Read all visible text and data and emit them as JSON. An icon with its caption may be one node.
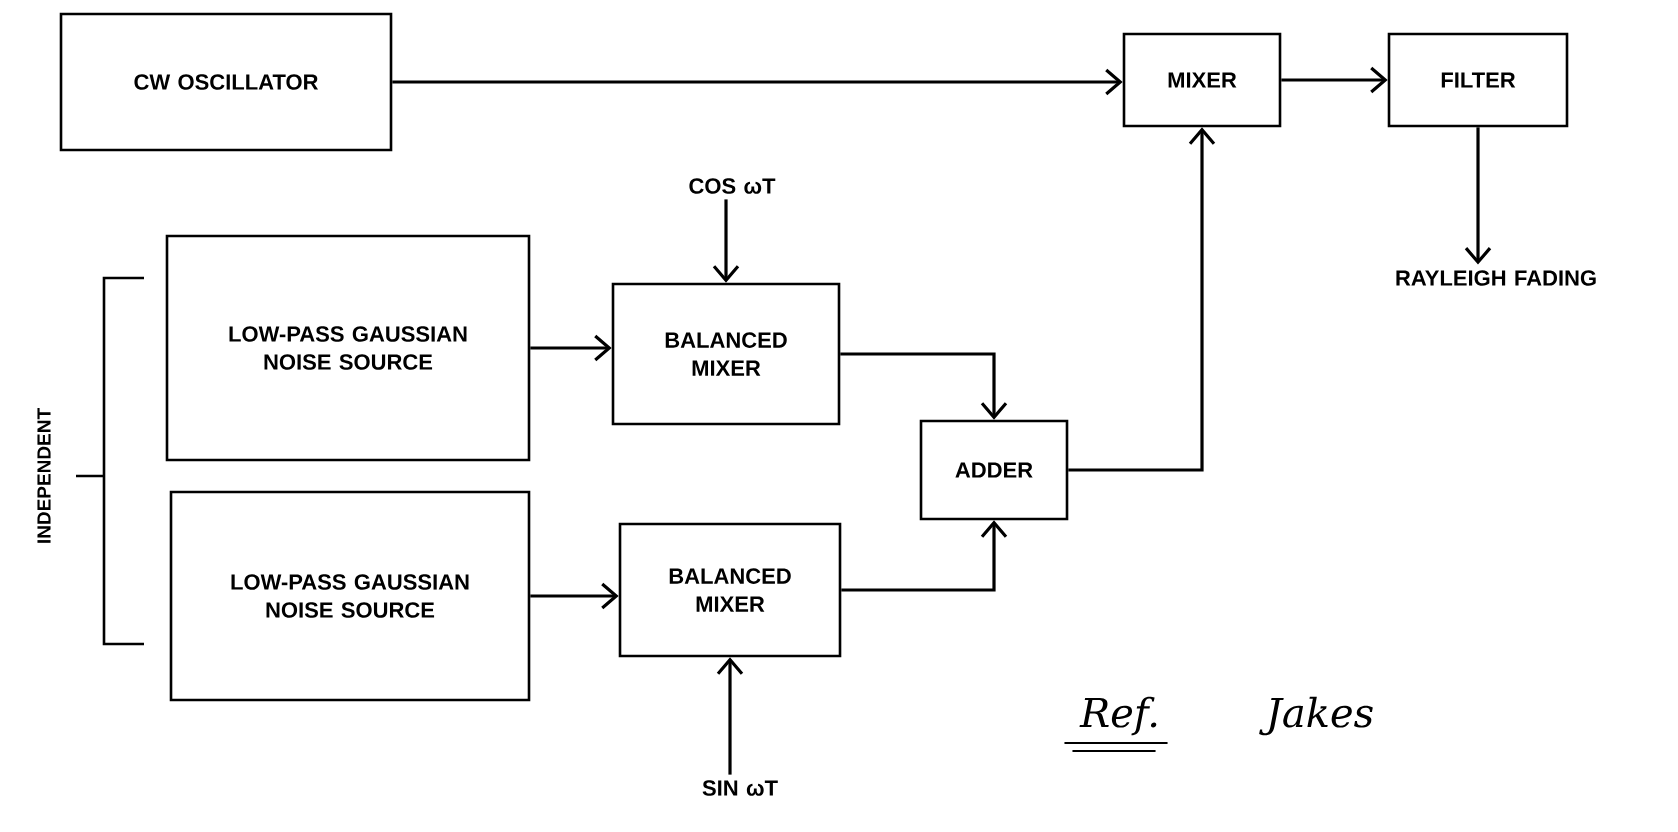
{
  "diagram": {
    "nodes": [
      {
        "text": [
          "CW OSCILLATOR"
        ]
      },
      {
        "text": [
          "MIXER"
        ]
      },
      {
        "text": [
          "FILTER"
        ]
      },
      {
        "text": [
          "RAYLEIGH FADING"
        ]
      },
      {
        "text": [
          "COS ωT"
        ]
      },
      {
        "text": [
          "LOW-PASS GAUSSIAN NOISE SOURCE"
        ]
      },
      {
        "text": [
          "BALANCED MIXER"
        ]
      },
      {
        "text": [
          "LOW-PASS GAUSSIAN NOISE SOURCE"
        ]
      },
      {
        "text": [
          "BALANCED MIXER"
        ]
      },
      {
        "text": [
          "ADDER"
        ]
      },
      {
        "text": [
          "SIN ωT"
        ]
      }
    ],
    "edges": [
      {
        "from": 0,
        "to": 1,
        "arrow": "to"
      },
      {
        "from": 1,
        "to": 2,
        "arrow": "to"
      },
      {
        "from": 2,
        "to": 3,
        "arrow": "to"
      },
      {
        "from": 4,
        "to": 6,
        "arrow": "to"
      },
      {
        "from": 5,
        "to": 6,
        "arrow": "to"
      },
      {
        "from": 7,
        "to": 8,
        "arrow": "to"
      },
      {
        "from": 6,
        "to": 9,
        "arrow": "to"
      },
      {
        "from": 8,
        "to": 9,
        "arrow": "to"
      },
      {
        "from": 9,
        "to": 1,
        "arrow": "to"
      },
      {
        "from": 10,
        "to": 8,
        "arrow": "to"
      }
    ],
    "labels": [
      "INDEPENDENT",
      "Ref.",
      "Jakes"
    ]
  }
}
